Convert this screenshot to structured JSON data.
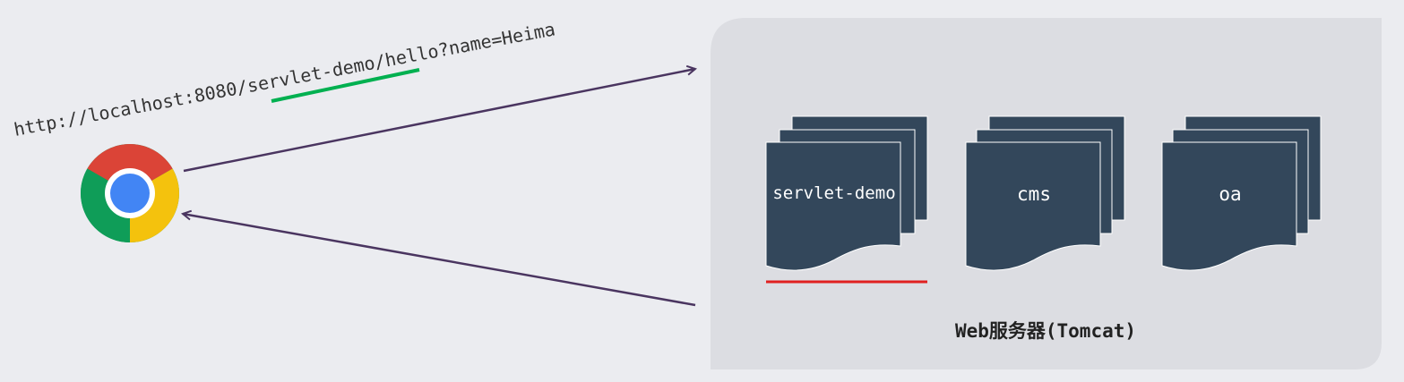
{
  "url": {
    "text": "http://localhost:8080/servlet-demo/hello?name=Heima"
  },
  "apps": [
    {
      "label": "servlet-demo"
    },
    {
      "label": "cms"
    },
    {
      "label": "oa"
    }
  ],
  "server": {
    "label": "Web服务器(Tomcat)"
  },
  "browser": {
    "icon": "chrome-icon"
  },
  "colors": {
    "background": "#ebecf0",
    "server_panel": "#dcdde2",
    "app_fill": "#33475b",
    "arrow": "#4a3560",
    "url_underline": "#00b050",
    "app_underline": "#e02020",
    "chrome_red": "#db4437",
    "chrome_yellow": "#f4c20d",
    "chrome_green": "#0f9d58",
    "chrome_blue": "#4285f4"
  }
}
